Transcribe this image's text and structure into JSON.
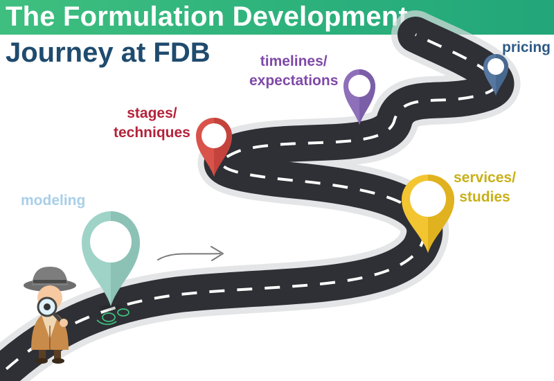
{
  "title": {
    "line1": "The Formulation Development",
    "line2": "Journey at FDB"
  },
  "colors": {
    "banner": "#2bb07c",
    "title_line2": "#1f4b6e",
    "road": "#2f3035",
    "modeling": "#9fd3c7",
    "stages": "#d9534a",
    "timelines": "#8e6fba",
    "services": "#f2c531",
    "pricing": "#5677a0"
  },
  "milestones": [
    {
      "id": "modeling",
      "lines": [
        "modeling"
      ],
      "color": "#a8cfe8",
      "pin_color": "#9fd3c7",
      "icon": "map-pin-icon"
    },
    {
      "id": "stages",
      "lines": [
        "stages/",
        "techniques"
      ],
      "color": "#b3233b",
      "pin_color": "#d9534a",
      "icon": "map-pin-icon"
    },
    {
      "id": "timelines",
      "lines": [
        "timelines/",
        "expectations"
      ],
      "color": "#7f49a8",
      "pin_color": "#8e6fba",
      "icon": "map-pin-icon"
    },
    {
      "id": "services",
      "lines": [
        "services/",
        "studies"
      ],
      "color": "#c9b017",
      "pin_color": "#f2c531",
      "icon": "map-pin-icon"
    },
    {
      "id": "pricing",
      "lines": [
        "pricing"
      ],
      "color": "#2e5a86",
      "pin_color": "#5677a0",
      "icon": "map-pin-icon"
    }
  ],
  "decorations": {
    "arrow_icon": "hand-drawn-arrow-icon",
    "detective_icon": "detective-magnifier-icon",
    "footprints_icon": "footprints-icon"
  }
}
